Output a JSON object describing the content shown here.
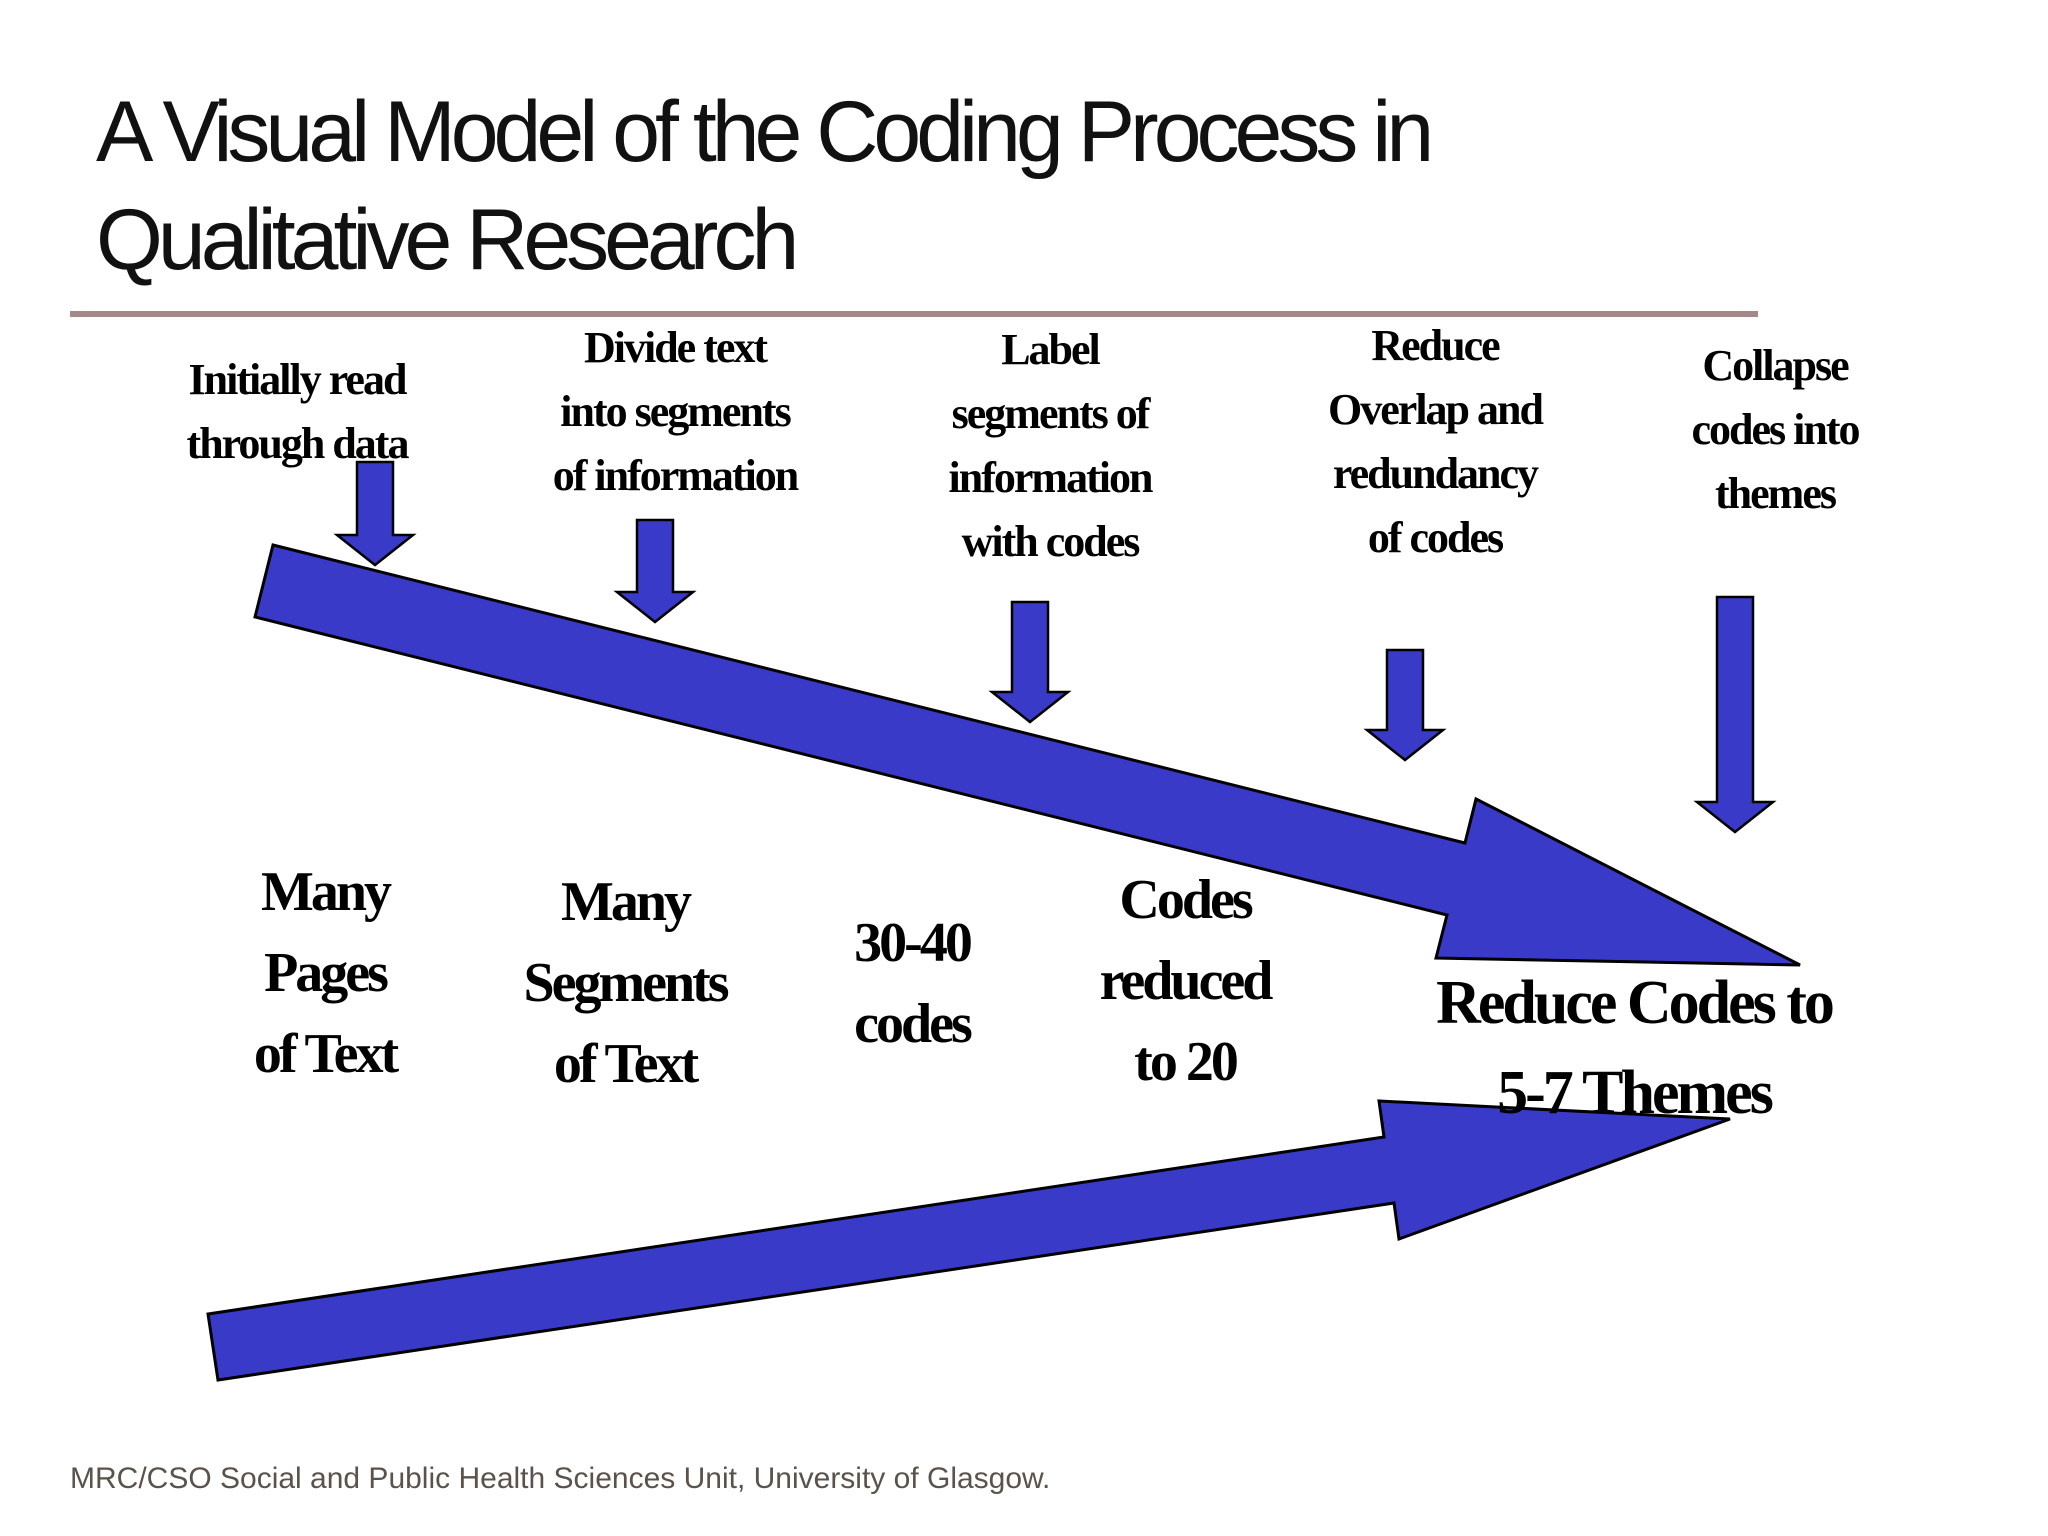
{
  "slide": {
    "title_line1": "A Visual Model of the Coding Process in",
    "title_line2": "Qualitative Research",
    "footer": "MRC/CSO Social and Public Health Sciences Unit, University of Glasgow."
  },
  "steps": [
    {
      "lines": [
        "Initially read",
        "through data"
      ]
    },
    {
      "lines": [
        "Divide text",
        "into segments",
        "of information"
      ]
    },
    {
      "lines": [
        "Label",
        "segments of",
        "information",
        "with codes"
      ]
    },
    {
      "lines": [
        "Reduce",
        "Overlap and",
        "redundancy",
        "of codes"
      ]
    },
    {
      "lines": [
        "Collapse",
        "codes into",
        "themes"
      ]
    }
  ],
  "stages": [
    {
      "lines": [
        "Many",
        "Pages",
        "of Text"
      ]
    },
    {
      "lines": [
        "Many",
        "Segments",
        "of Text"
      ]
    },
    {
      "lines": [
        "30-40",
        "codes"
      ]
    },
    {
      "lines": [
        "Codes",
        "reduced",
        "to 20"
      ]
    },
    {
      "lines": [
        "Reduce Codes to",
        "5-7 Themes"
      ]
    }
  ],
  "icons": {
    "step_arrow": "down-arrow-icon",
    "main_arrow_top": "diagonal-process-arrow",
    "main_arrow_bottom": "diagonal-process-arrow"
  },
  "colors": {
    "arrow_blue": "#3a3ac8",
    "arrow_outline": "#000000",
    "rule_rose": "#a58888",
    "title_black": "#111111",
    "label_black": "#000000",
    "footer_gray": "#5a524b",
    "background": "#ffffff"
  }
}
